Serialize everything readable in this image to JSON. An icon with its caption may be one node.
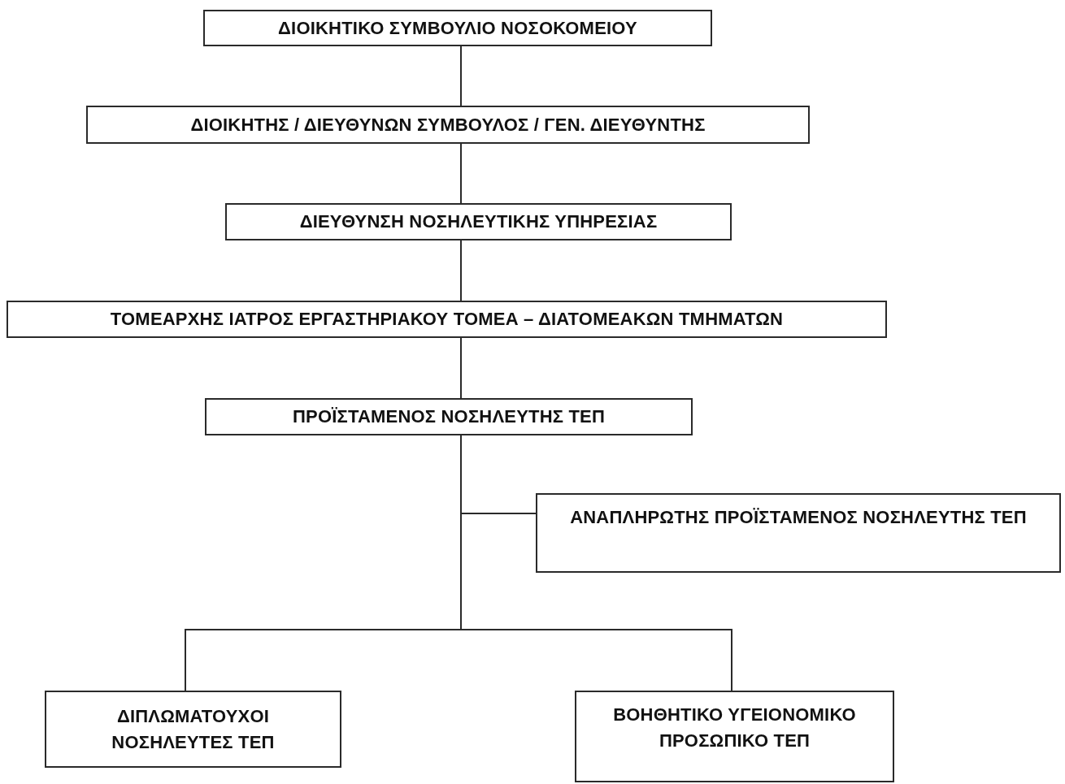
{
  "diagram": {
    "nodes": [
      {
        "text": [
          "ΔΙΟΙΚΗΤΙΚΟ ΣΥΜΒΟΥΛΙΟ ΝΟΣΟΚΟΜΕΙΟΥ"
        ]
      },
      {
        "text": [
          "ΔΙΟΙΚΗΤΗΣ / ΔΙΕΥΘΥΝΩΝ ΣΥΜΒΟΥΛΟΣ / ΓΕΝ. ΔΙΕΥΘΥΝΤΗΣ"
        ]
      },
      {
        "text": [
          "ΔΙΕΥΘΥΝΣΗ ΝΟΣΗΛΕΥΤΙΚΗΣ ΥΠΗΡΕΣΙΑΣ"
        ]
      },
      {
        "text": [
          "ΤΟΜΕΑΡΧΗΣ ΙΑΤΡΟΣ ΕΡΓΑΣΤΗΡΙΑΚΟΥ ΤΟΜΕΑ – ΔΙΑΤΟΜΕΑΚΩΝ ΤΜΗΜΑΤΩΝ"
        ]
      },
      {
        "text": [
          "ΠΡΟΪΣΤΑΜΕΝΟΣ ΝΟΣΗΛΕΥΤΗΣ ΤΕΠ"
        ]
      },
      {
        "text": [
          "ΑΝΑΠΛΗΡΩΤΗΣ ΠΡΟΪΣΤΑΜΕΝΟΣ ΝΟΣΗΛΕΥΤΗΣ ΤΕΠ"
        ]
      },
      {
        "text": [
          "ΔΙΠΛΩΜΑΤΟΥΧΟΙ ΝΟΣΗΛΕΥΤΕΣ ΤΕΠ"
        ]
      },
      {
        "text": [
          "ΒΟΗΘΗΤΙΚΟ ΥΓΕΙΟΝΟΜΙΚΟ ΠΡΟΣΩΠΙΚΟ ΤΕΠ"
        ]
      }
    ],
    "edges": [
      {
        "from": 0,
        "to": 1,
        "arrow": "none"
      },
      {
        "from": 1,
        "to": 2,
        "arrow": "none"
      },
      {
        "from": 2,
        "to": 3,
        "arrow": "none"
      },
      {
        "from": 3,
        "to": 4,
        "arrow": "none"
      },
      {
        "from": 4,
        "to": 5,
        "arrow": "none"
      },
      {
        "from": 4,
        "to": 6,
        "arrow": "none"
      },
      {
        "from": 4,
        "to": 7,
        "arrow": "none"
      }
    ]
  }
}
